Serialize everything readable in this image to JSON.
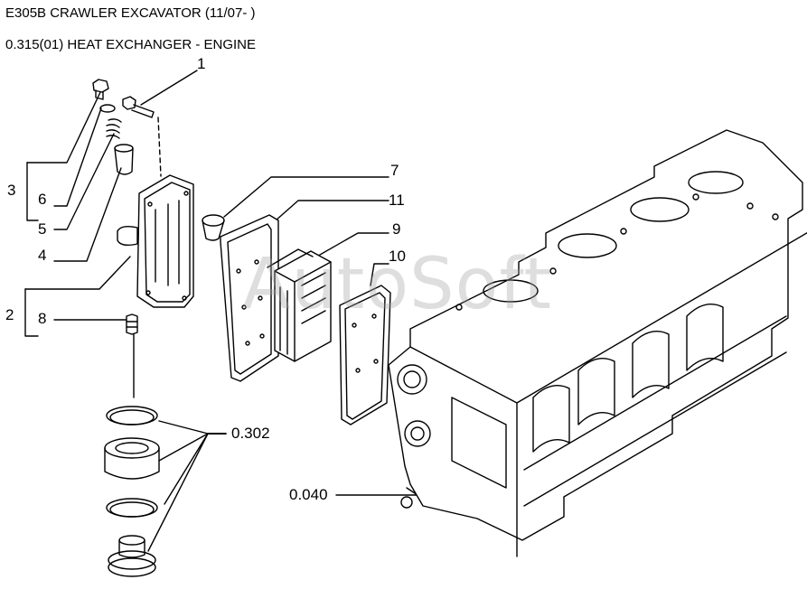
{
  "header": {
    "model": "E305B CRAWLER EXCAVATOR (11/07- )",
    "section": "0.315(01) HEAT EXCHANGER - ENGINE"
  },
  "watermark": "AutoSoft",
  "callouts": {
    "c1": "1",
    "c2": "2",
    "c3": "3",
    "c4": "4",
    "c5": "5",
    "c6": "6",
    "c7": "7",
    "c8": "8",
    "c9": "9",
    "c10": "10",
    "c11": "11",
    "c302": "0.302",
    "c040": "0.040"
  }
}
